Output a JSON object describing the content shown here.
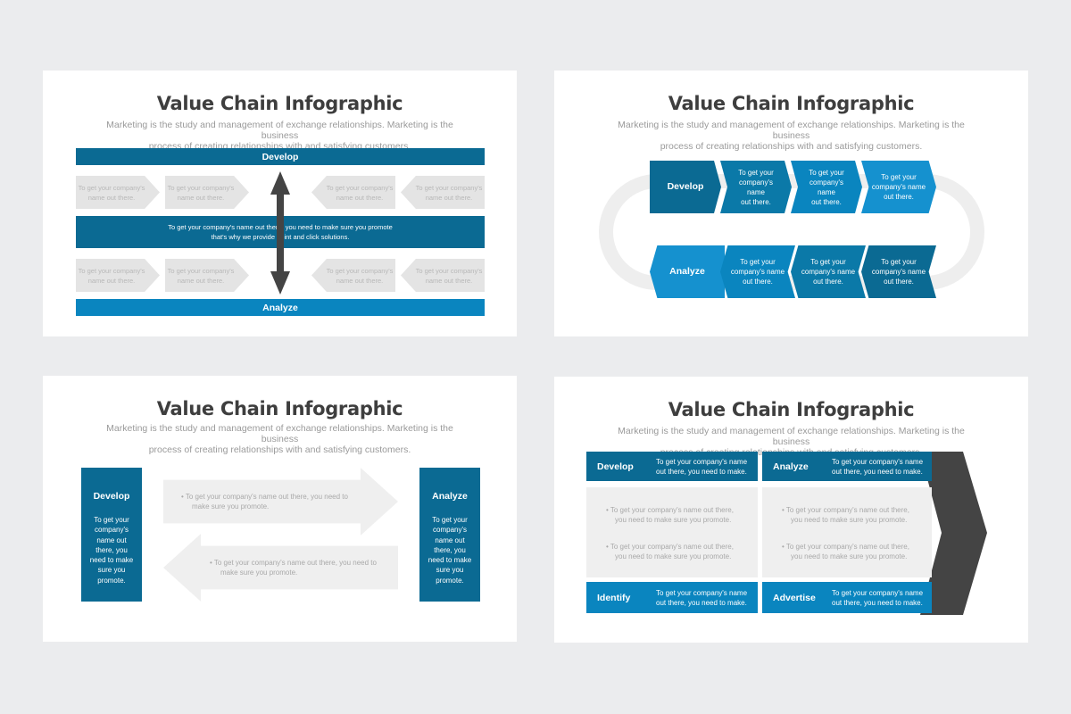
{
  "title": "Value Chain Infographic",
  "subtitle_line1": "Marketing is the study and management of exchange relationships. Marketing is the business",
  "subtitle_line2": "process of creating relationships with and satisfying customers.",
  "colors": {
    "dark_blue": "#0b6a93",
    "mid_blue": "#0a85bf",
    "light_blue": "#1591cf",
    "gray": "#e4e4e4",
    "dark_gray": "#444444"
  },
  "slide1": {
    "top_bar": "Develop",
    "bottom_bar": "Analyze",
    "center_text_line1": "To get your company's name out there, you need to make sure you promote",
    "center_text_line2": "that's why we provide point and click solutions.",
    "arrow_text_line1": "To get your company's",
    "arrow_text_line2": "name out there."
  },
  "slide2": {
    "top_label": "Develop",
    "bottom_label": "Analyze",
    "chevron_line1": "To get your",
    "chevron_line2": "company's name",
    "chevron_line3": "out there."
  },
  "slide3": {
    "left_title": "Develop",
    "right_title": "Analyze",
    "box_text_lines": [
      "To get your",
      "company's",
      "name out",
      "there, you",
      "need to make",
      "sure you",
      "promote."
    ],
    "arrow_line1": "•  To get your company's name out there, you need to",
    "arrow_line2": "make sure you promote."
  },
  "slide4": {
    "headers": [
      {
        "key": "Develop",
        "line1": "To get your company's name",
        "line2": "out there, you need to make."
      },
      {
        "key": "Analyze",
        "line1": "To get your company's name",
        "line2": "out there, you need to make."
      },
      {
        "key": "Identify",
        "line1": "To get your company's name",
        "line2": "out there, you need to make."
      },
      {
        "key": "Advertise",
        "line1": "To get your company's name",
        "line2": "out there, you need to make."
      }
    ],
    "bullet_line1": "•  To get your company's name out there,",
    "bullet_line2": "you need to make sure you promote."
  }
}
